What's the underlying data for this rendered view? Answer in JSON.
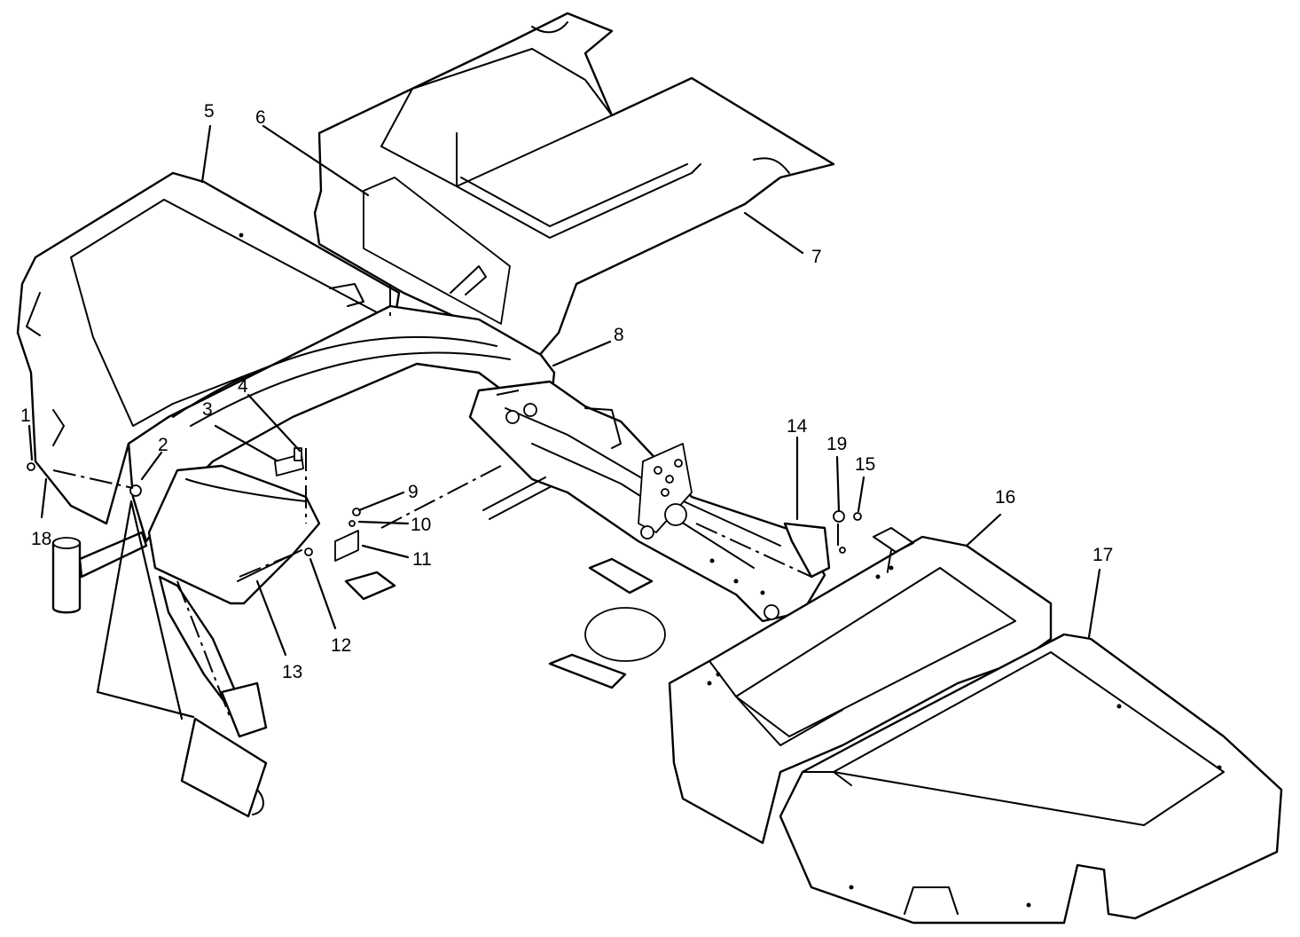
{
  "diagram": {
    "type": "exploded-parts-view",
    "callouts": [
      {
        "id": "c1",
        "number": "1"
      },
      {
        "id": "c2",
        "number": "2"
      },
      {
        "id": "c3",
        "number": "3"
      },
      {
        "id": "c4",
        "number": "4"
      },
      {
        "id": "c5",
        "number": "5"
      },
      {
        "id": "c6",
        "number": "6"
      },
      {
        "id": "c7",
        "number": "7"
      },
      {
        "id": "c8",
        "number": "8"
      },
      {
        "id": "c9",
        "number": "9"
      },
      {
        "id": "c10",
        "number": "10"
      },
      {
        "id": "c11",
        "number": "11"
      },
      {
        "id": "c12",
        "number": "12"
      },
      {
        "id": "c13",
        "number": "13"
      },
      {
        "id": "c14",
        "number": "14"
      },
      {
        "id": "c15",
        "number": "15"
      },
      {
        "id": "c16",
        "number": "16"
      },
      {
        "id": "c17",
        "number": "17"
      },
      {
        "id": "c18",
        "number": "18"
      },
      {
        "id": "c19",
        "number": "19"
      }
    ],
    "colors": {
      "ink": "#000000",
      "paper": "#ffffff"
    }
  }
}
